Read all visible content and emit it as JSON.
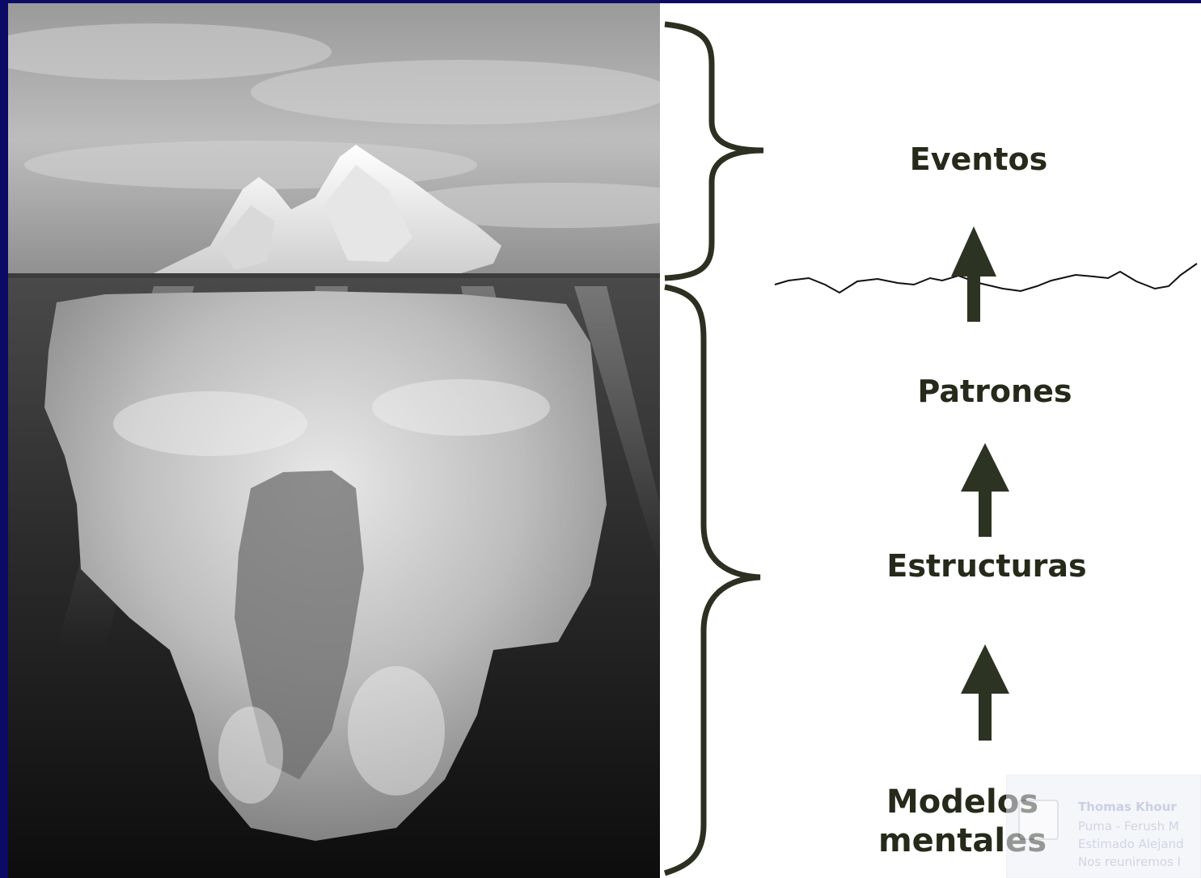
{
  "diagram": {
    "labels": {
      "eventos": "Eventos",
      "patrones": "Patrones",
      "estructuras": "Estructuras",
      "modelos_line1": "Modelos",
      "modelos_line2": "mentales"
    }
  },
  "notification": {
    "name": "Thomas Khour",
    "line1": "Puma - Ferush M",
    "line2": "Estimado Alejand",
    "line3": "Nos reuniremos l"
  },
  "colors": {
    "frame": "#0b0b66",
    "ink": "#262a1a",
    "arrow": "#2d3322"
  }
}
